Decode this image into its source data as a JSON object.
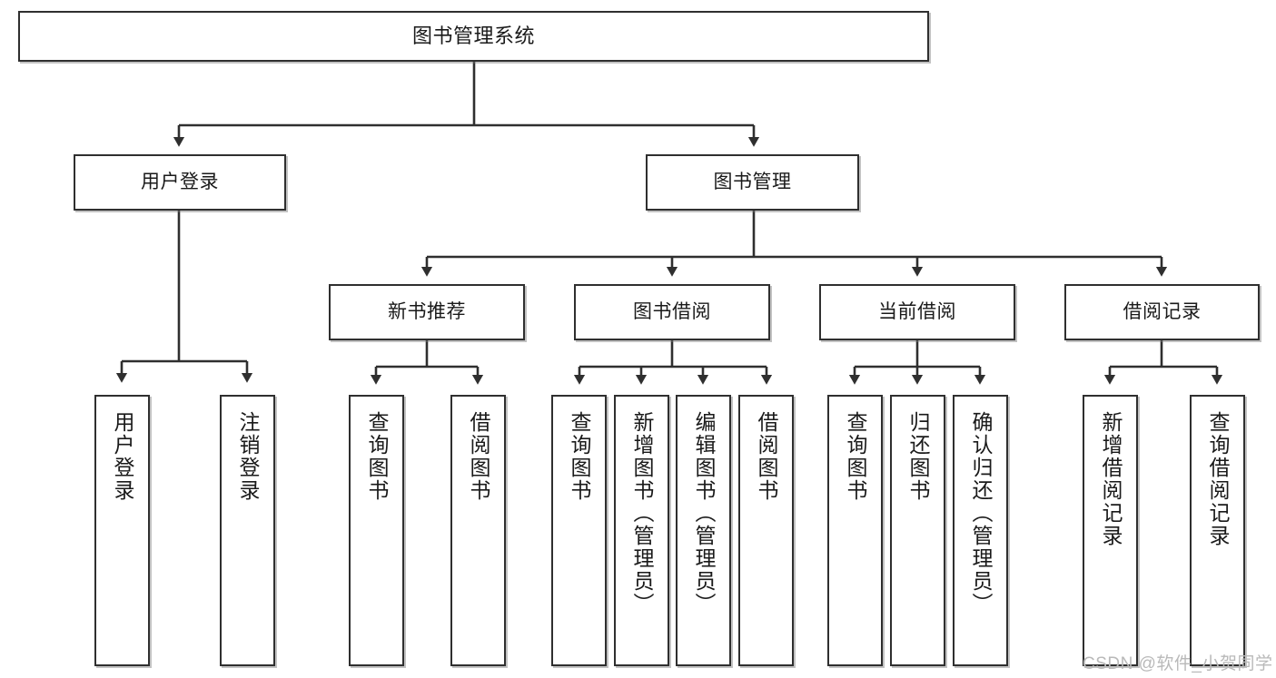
{
  "diagram": {
    "type": "tree-hierarchy",
    "title": "图书管理系统",
    "root": {
      "label": "图书管理系统"
    },
    "level2": [
      {
        "label": "用户登录"
      },
      {
        "label": "图书管理"
      }
    ],
    "level3": [
      {
        "label": "新书推荐"
      },
      {
        "label": "图书借阅"
      },
      {
        "label": "当前借阅"
      },
      {
        "label": "借阅记录"
      }
    ],
    "leaves": {
      "user_login": [
        {
          "label": "用户登录"
        },
        {
          "label": "注销登录"
        }
      ],
      "new_book_recommend": [
        {
          "label": "查询图书"
        },
        {
          "label": "借阅图书"
        }
      ],
      "book_borrow": [
        {
          "label": "查询图书"
        },
        {
          "label": "新增图书（管理员）"
        },
        {
          "label": "编辑图书（管理员）"
        },
        {
          "label": "借阅图书"
        }
      ],
      "current_borrow": [
        {
          "label": "查询图书"
        },
        {
          "label": "归还图书"
        },
        {
          "label": "确认归还（管理员）"
        }
      ],
      "borrow_record": [
        {
          "label": "新增借阅记录"
        },
        {
          "label": "查询借阅记录"
        }
      ]
    }
  },
  "watermark": {
    "text": "CSDN @软件_小贺同学"
  },
  "colors": {
    "stroke": "#2f2f2f",
    "fill": "#ffffff",
    "text": "#1a1a1a",
    "watermark": "#b9b9b9"
  }
}
